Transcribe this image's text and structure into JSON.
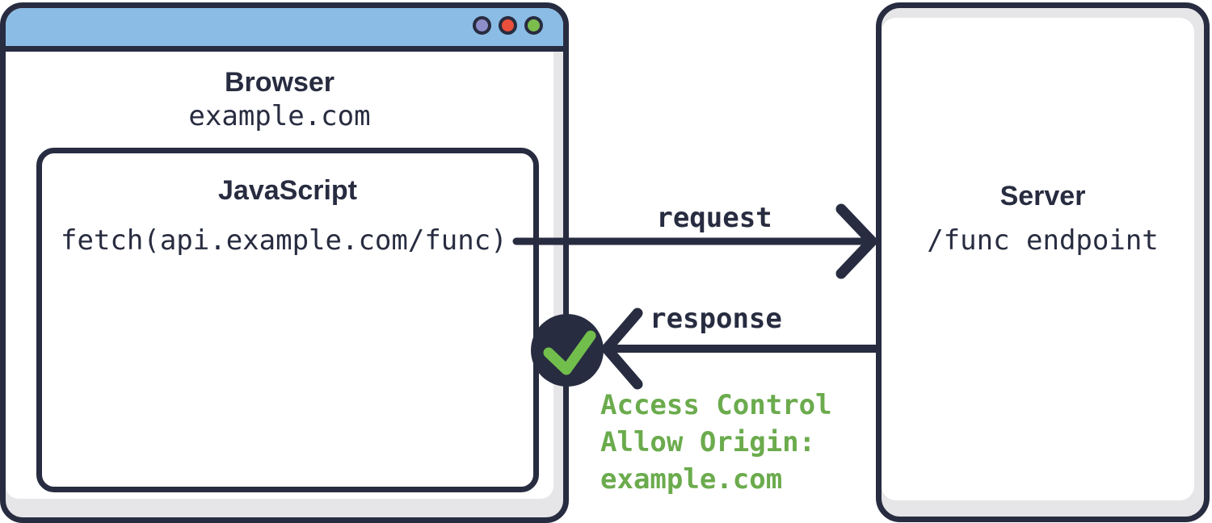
{
  "colors": {
    "outline_navy": "#282C40",
    "titlebar_blue": "#8BBCE5",
    "panel_gray": "#E6E6E8",
    "check_green": "#72BE4D",
    "cors_text_green": "#6BAB4D",
    "dot_purple": "#8C8DC9",
    "dot_red": "#EA4F3B",
    "dot_green": "#7CBE4E"
  },
  "browser_window": {
    "title": "Browser",
    "origin": "example.com",
    "titlebar_dots": [
      "purple",
      "red",
      "green"
    ],
    "js_box": {
      "title": "JavaScript",
      "code": "fetch(api.example.com/func)"
    }
  },
  "server_box": {
    "title": "Server",
    "endpoint": "/func endpoint"
  },
  "arrows": {
    "request": {
      "label": "request",
      "direction": "browser-to-server"
    },
    "response": {
      "label": "response",
      "direction": "server-to-browser"
    }
  },
  "cors_header": {
    "line1": "Access Control",
    "line2": "Allow Origin:",
    "line3": "example.com"
  },
  "icons": {
    "checkmark": "cors-success-checkmark"
  }
}
